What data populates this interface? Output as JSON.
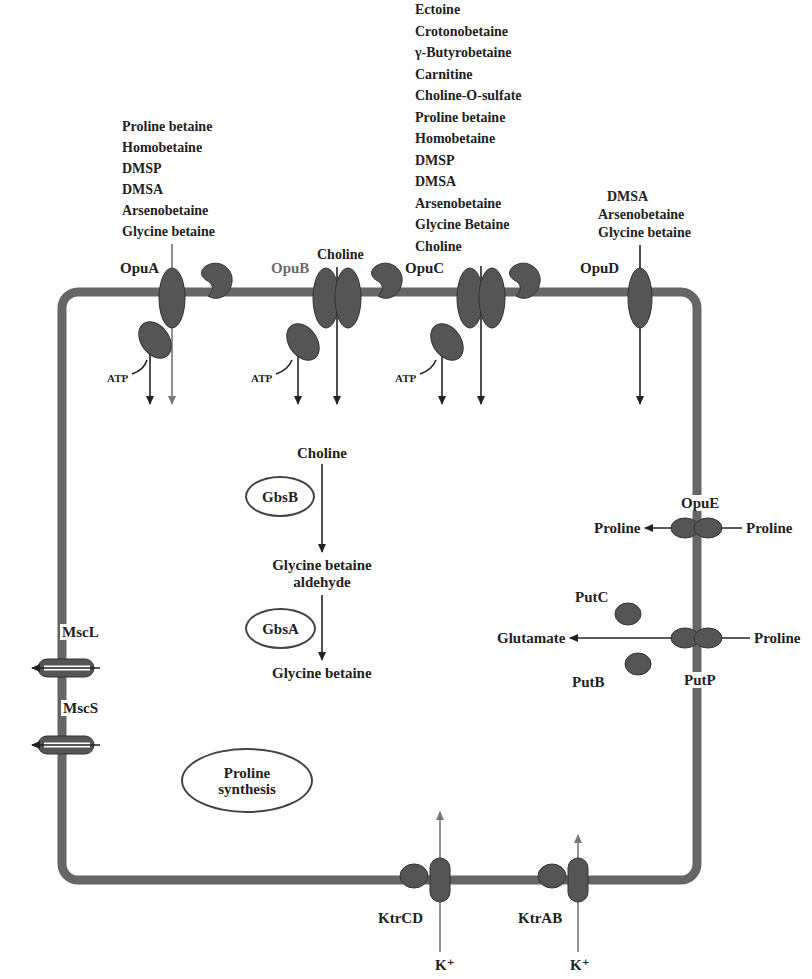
{
  "diagram": {
    "nodes": [
      {
        "text": [
          "OpuA"
        ]
      },
      {
        "text": [
          "OpuB"
        ]
      },
      {
        "text": [
          "OpuC"
        ]
      },
      {
        "text": [
          "OpuD"
        ]
      },
      {
        "text": [
          "GbsB"
        ]
      },
      {
        "text": [
          "OpuE"
        ]
      },
      {
        "text": [
          "GbsA"
        ]
      },
      {
        "text": [
          "PutC"
        ]
      },
      {
        "text": [
          "MscL"
        ]
      },
      {
        "text": [
          "PutP"
        ]
      },
      {
        "text": [
          "PutB"
        ]
      },
      {
        "text": [
          "MscS"
        ]
      },
      {
        "text": [
          "Proline synthesis"
        ]
      },
      {
        "text": [
          "KtrCD"
        ]
      },
      {
        "text": [
          "KtrAB"
        ]
      }
    ],
    "labels": [
      "Proline betaine",
      "Homobetaine",
      "DMSP",
      "DMSA",
      "Arsenobetaine",
      "Glycine betaine",
      "Choline",
      "Ectoine",
      "Crotonobetaine",
      "γ-Butyrobetaine",
      "Carnitine",
      "Choline-O-sulfate",
      "Proline betaine",
      "Homobetaine",
      "DMSP",
      "DMSA",
      "Arsenobetaine",
      "Glycine Betaine",
      "Choline",
      "DMSA",
      "Arsenobetaine",
      "Glycine betaine",
      "ATP",
      "ATP",
      "ATP",
      "Choline",
      "Glycine betaine aldehyde",
      "Glycine betaine",
      "Proline",
      "Proline",
      "Glutamate",
      "Proline",
      "K⁺",
      "K⁺"
    ]
  }
}
